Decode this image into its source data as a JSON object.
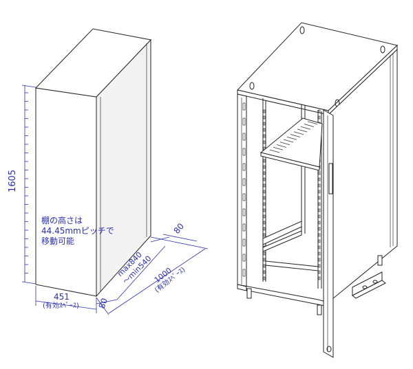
{
  "left_drawing": {
    "height_label": "1605",
    "note_lines": [
      "棚の高さは",
      "44.45mmピッチで",
      "移動可能"
    ],
    "width_label": "451",
    "width_sub": "(有効ｽﾍﾟｰｽ)",
    "depth_min_line1": "max840",
    "depth_min_line2": "～min540",
    "depth_total_line1": "1000",
    "depth_total_line2": "(有効ｽﾍﾟｰｽ)",
    "offset_front": "80",
    "offset_back": "80"
  },
  "colors": {
    "dimension": "#2a2fb0",
    "outline": "#222222"
  }
}
